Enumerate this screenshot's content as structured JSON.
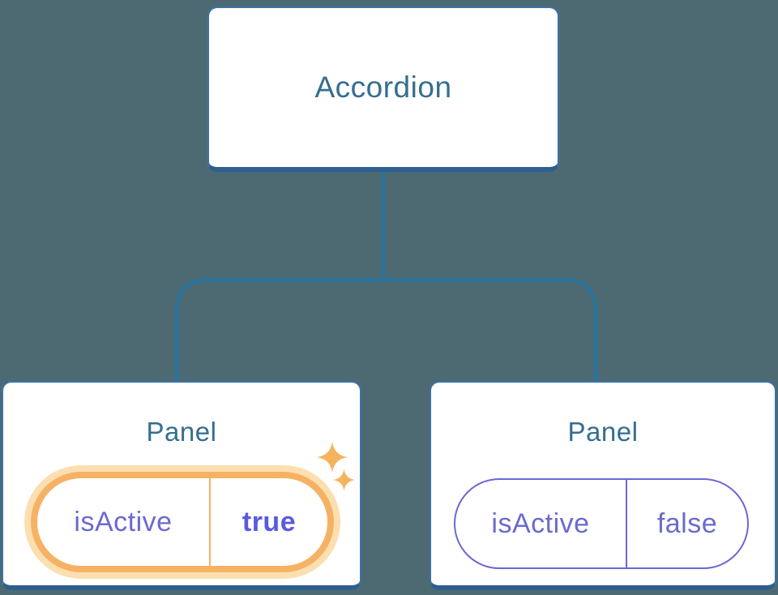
{
  "tree": {
    "root": {
      "label": "Accordion"
    },
    "panels": [
      {
        "label": "Panel",
        "state": {
          "key": "isActive",
          "value": "true"
        },
        "highlighted": true,
        "decoration_icon": "sparkles-icon"
      },
      {
        "label": "Panel",
        "state": {
          "key": "isActive",
          "value": "false"
        },
        "highlighted": false
      }
    ]
  },
  "colors": {
    "background": "#4d6a72",
    "node-fill": "#ffffff",
    "node-border": "#3b73a6",
    "node-border-bottom": "#2d5f8e",
    "connector": "#2d7298",
    "heading": "#356e90",
    "state-text": "#6b6ace",
    "state-text-active": "#5a5ae0",
    "state-border": "#6a69d2",
    "highlight-ring": "#f6b264",
    "highlight-glow": "#fcdfb0",
    "sparkle": "#f6b35e"
  }
}
